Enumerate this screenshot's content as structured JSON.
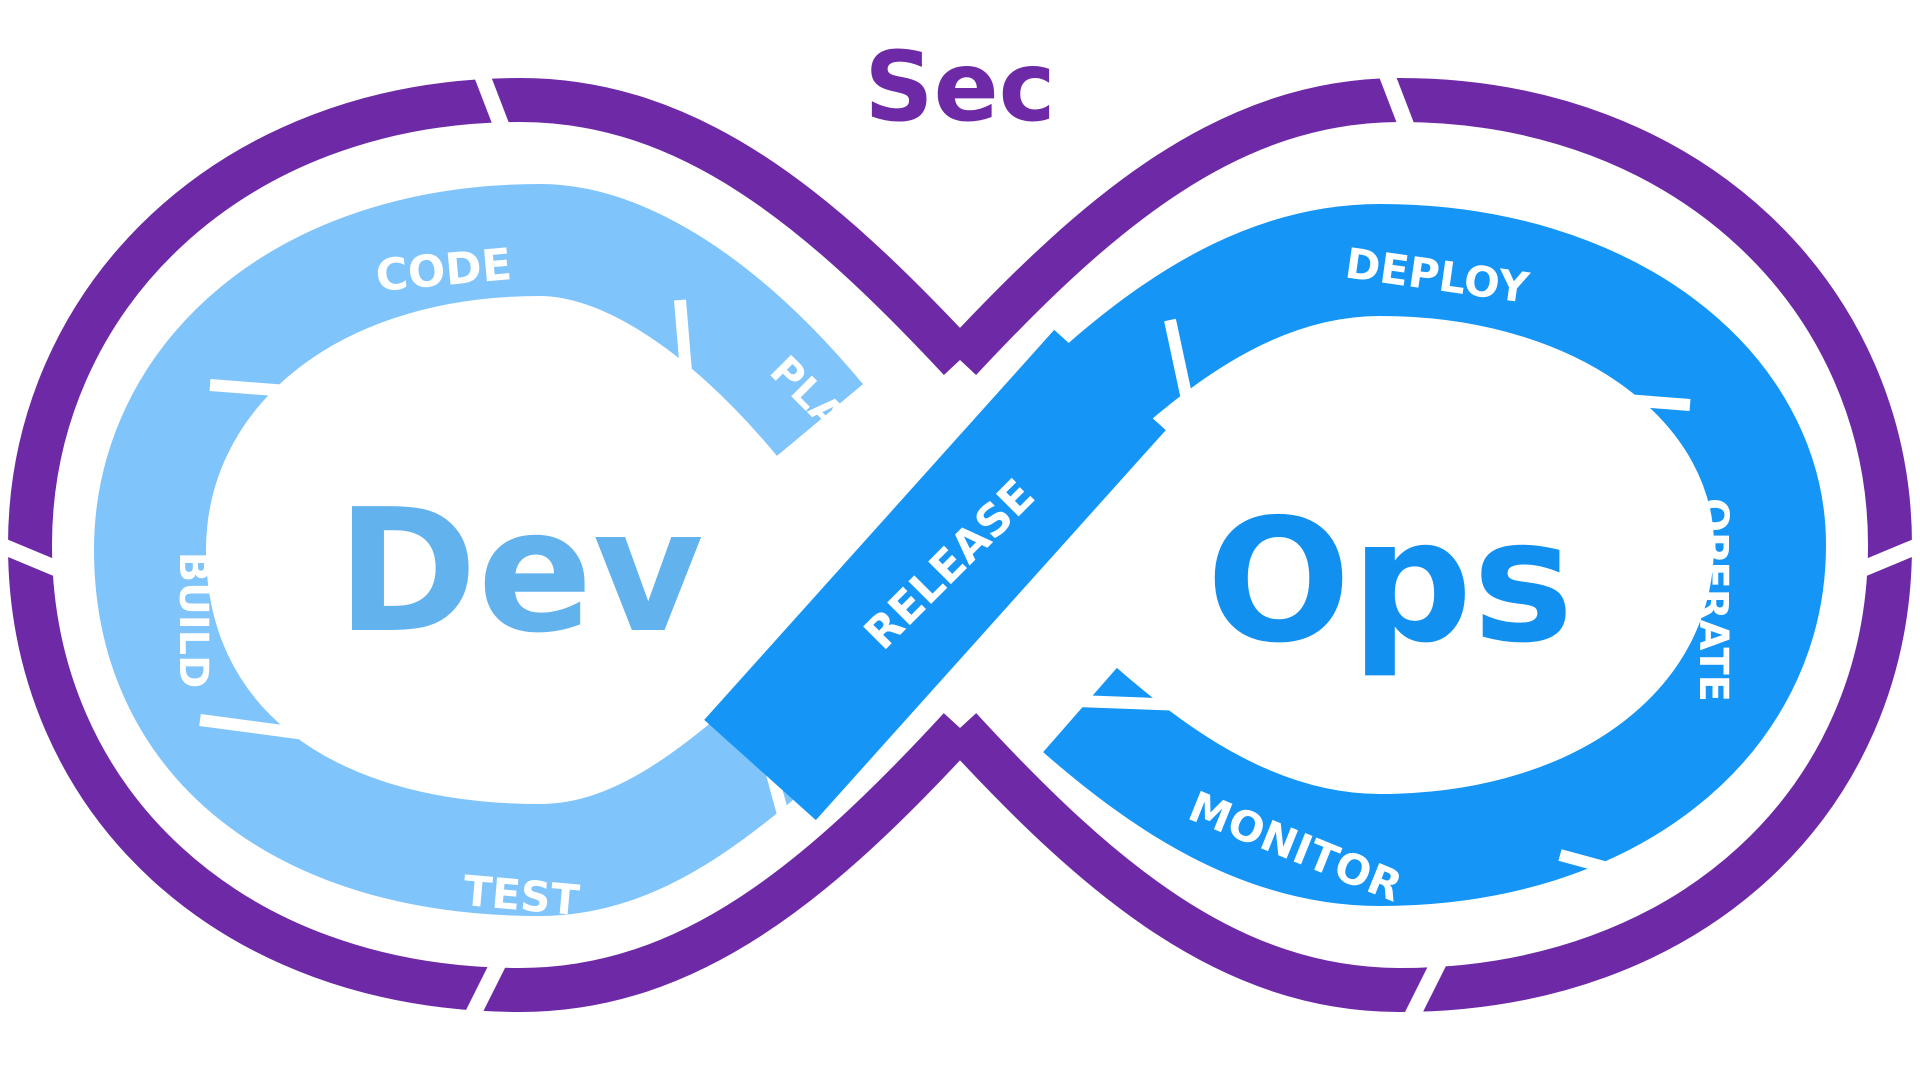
{
  "title": "Sec",
  "left_label": "Dev",
  "right_label": "Ops",
  "dev_stages": [
    "PLAN",
    "CODE",
    "BUILD",
    "TEST"
  ],
  "release_label": "RELEASE",
  "ops_stages": [
    "DEPLOY",
    "OPERATE",
    "MONITOR"
  ],
  "colors": {
    "sec": "#6e2aa6",
    "dev": "#7fc4fb",
    "ops": "#1596f6",
    "dev_text": "#62b2ee",
    "ops_text": "#1290f0",
    "background": "#ffffff"
  }
}
